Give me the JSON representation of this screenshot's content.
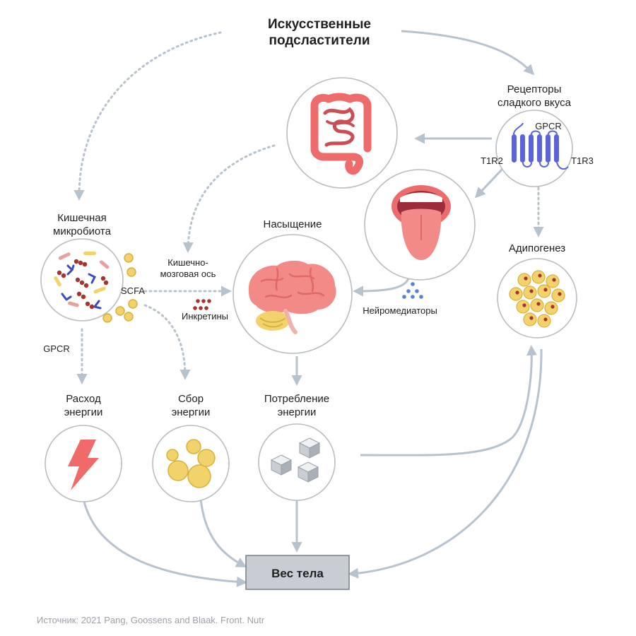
{
  "title_line1": "Искусственные",
  "title_line2": "подсластители",
  "receptors": {
    "line1": "Рецепторы",
    "line2": "сладкого вкуса",
    "gpcr": "GPCR",
    "t1r2": "T1R2",
    "t1r3": "T1R3"
  },
  "microbiota": {
    "line1": "Кишечная",
    "line2": "микробиота"
  },
  "scfa": "SCFA",
  "gut_brain_axis": {
    "line1": "Кишечно-",
    "line2": "мозговая ось"
  },
  "incretins": "Инкретины",
  "satiety": "Насыщение",
  "neuromediators": "Нейромедиаторы",
  "adipogenesis": "Адипогенез",
  "gpcr_left": "GPCR",
  "energy_expenditure": {
    "line1": "Расход",
    "line2": "энергии"
  },
  "energy_harvest": {
    "line1": "Сбор",
    "line2": "энергии"
  },
  "energy_intake": {
    "line1": "Потребление",
    "line2": "энергии"
  },
  "body_weight": "Вес тела",
  "source": "Источник: 2021 Pang, Goossens and Blaak. Front. Nutr",
  "colors": {
    "arrow": "#b7c2cf",
    "ring": "#b9bcc0",
    "organ_red": "#ee6b6b",
    "fat_yellow": "#f2d36b",
    "receptor_blue": "#5b63d6",
    "box_fill": "#c8cdd4",
    "box_stroke": "#7f8791"
  }
}
